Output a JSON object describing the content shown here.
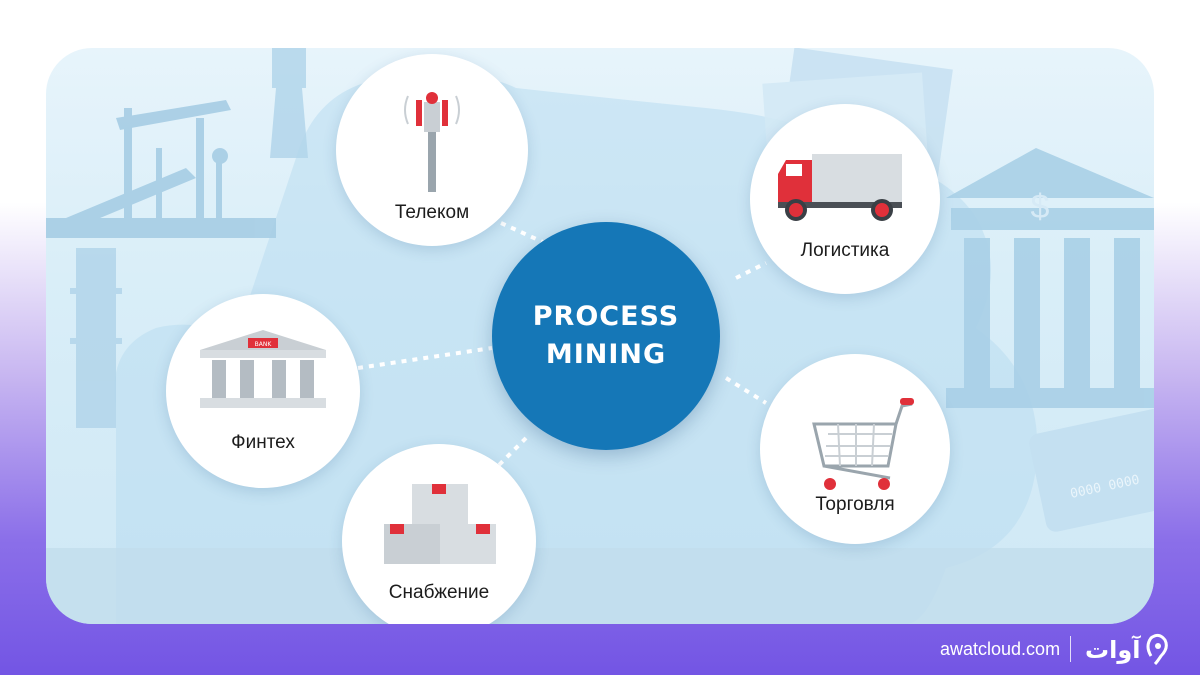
{
  "center": {
    "line1": "PROCESS",
    "line2": "MINING"
  },
  "nodes": {
    "telecom": {
      "label": "Телеком",
      "icon": "cell-tower-icon"
    },
    "logistics": {
      "label": "Логистика",
      "icon": "truck-icon"
    },
    "fintech": {
      "label": "Финтех",
      "icon": "bank-building-icon",
      "sign": "BANK"
    },
    "retail": {
      "label": "Торговля",
      "icon": "shopping-cart-icon"
    },
    "supply": {
      "label": "Снабжение",
      "icon": "boxes-icon"
    }
  },
  "background": {
    "card_number": "0000 0000",
    "bank_symbol": "$"
  },
  "branding": {
    "url": "awatcloud.com",
    "logo_text": "آوات"
  },
  "colors": {
    "center": "#1577b7",
    "accent_red": "#e0303a",
    "node_bg": "#ffffff",
    "footer_purple": "#7355e4"
  }
}
